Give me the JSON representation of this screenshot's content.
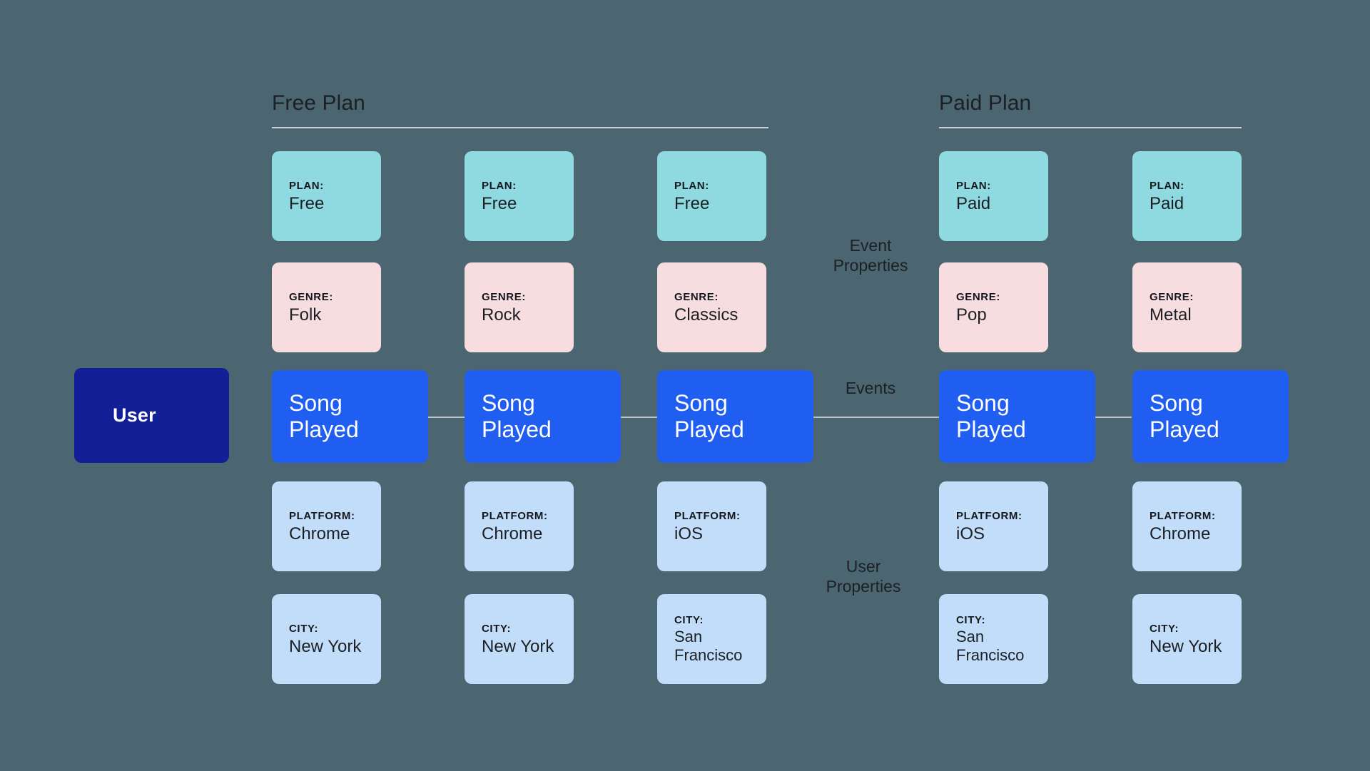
{
  "canvas": {
    "background_color": "#4b6670"
  },
  "palette": {
    "teal": "#8fd9e0",
    "pink": "#f7dce0",
    "light_blue": "#c2ddf9",
    "event_blue": "#1f5ef0",
    "user_navy": "#131f96",
    "rule": "#c9cfd4",
    "connector": "#b9c2c8",
    "text_dark": "#1c2024",
    "text_light": "#ffffff"
  },
  "user_node": {
    "label": "User"
  },
  "groups": [
    {
      "id": "free",
      "title": "Free Plan"
    },
    {
      "id": "paid",
      "title": "Paid Plan"
    }
  ],
  "axis_labels": [
    {
      "id": "event-properties",
      "text": "Event\nProperties"
    },
    {
      "id": "events",
      "text": "Events"
    },
    {
      "id": "user-properties",
      "text": "User\nProperties"
    }
  ],
  "event_label": "Song\nPlayed",
  "columns": [
    {
      "group": "free",
      "plan": {
        "key": "PLAN:",
        "value": "Free"
      },
      "genre": {
        "key": "GENRE:",
        "value": "Folk"
      },
      "event": {
        "label": "Song\nPlayed"
      },
      "platform": {
        "key": "PLATFORM:",
        "value": "Chrome"
      },
      "city": {
        "key": "CITY:",
        "value": "New York"
      }
    },
    {
      "group": "free",
      "plan": {
        "key": "PLAN:",
        "value": "Free"
      },
      "genre": {
        "key": "GENRE:",
        "value": "Rock"
      },
      "event": {
        "label": "Song\nPlayed"
      },
      "platform": {
        "key": "PLATFORM:",
        "value": "Chrome"
      },
      "city": {
        "key": "CITY:",
        "value": "New York"
      }
    },
    {
      "group": "free",
      "plan": {
        "key": "PLAN:",
        "value": "Free"
      },
      "genre": {
        "key": "GENRE:",
        "value": "Classics"
      },
      "event": {
        "label": "Song\nPlayed"
      },
      "platform": {
        "key": "PLATFORM:",
        "value": "iOS"
      },
      "city": {
        "key": "CITY:",
        "value": "San\nFrancisco"
      }
    },
    {
      "group": "paid",
      "plan": {
        "key": "PLAN:",
        "value": "Paid"
      },
      "genre": {
        "key": "GENRE:",
        "value": "Pop"
      },
      "event": {
        "label": "Song\nPlayed"
      },
      "platform": {
        "key": "PLATFORM:",
        "value": "iOS"
      },
      "city": {
        "key": "CITY:",
        "value": "San\nFrancisco"
      }
    },
    {
      "group": "paid",
      "plan": {
        "key": "PLAN:",
        "value": "Paid"
      },
      "genre": {
        "key": "GENRE:",
        "value": "Metal"
      },
      "event": {
        "label": "Song\nPlayed"
      },
      "platform": {
        "key": "PLATFORM:",
        "value": "Chrome"
      },
      "city": {
        "key": "CITY:",
        "value": "New York"
      }
    }
  ]
}
